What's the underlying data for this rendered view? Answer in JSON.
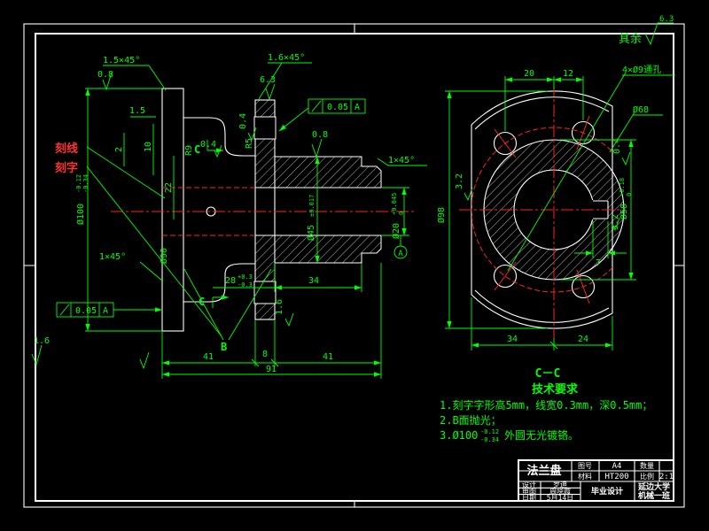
{
  "colors": {
    "background": "#000000",
    "line": "#ffffff",
    "dimension": "#00ff00",
    "centerline": "#ff0000"
  },
  "corner": {
    "surplus": "其余",
    "roughness": "6.3"
  },
  "left_view": {
    "chamfer_top": "1.5×45°",
    "rough_top_left": "0.8",
    "dim_1_5": "1.5",
    "dim_2": "2",
    "dim_10": "10",
    "dim_22": "22",
    "label_line": "刻线",
    "label_char": "刻字",
    "dia100": "Ø100",
    "dia100_sup": "-0.12",
    "dia100_sub": "-0.34",
    "chamfer_left": "1×45°",
    "dia90": "Ø90",
    "tol_bottom_val": "0.05",
    "tol_bottom_datum": "A",
    "tol_top_val": "0.05",
    "tol_top_datum": "A",
    "rough_flange_top": "6.3",
    "chamfer_flange": "1.6×45°",
    "rough_flange_left": "0.4",
    "radius_r9": "R9",
    "rough_c": "0.4",
    "radius_r5": "R5",
    "section_c_top": "C",
    "section_c_bottom": "C",
    "dia45": "Ø45",
    "dia45_tol": "±0.017",
    "rough_hub_top": "0.8",
    "chamfer_hub": "1×45°",
    "dia20": "Ø20",
    "dia20_sup": "+0.045",
    "dia20_sub": "0",
    "datum": "A",
    "dim_28": "28",
    "dim_28_sup": "+0.3",
    "dim_28_sub": "-0.3",
    "dim_34": "34",
    "rough_mid": "1.6",
    "label_b": "B",
    "dim_8": "8",
    "dim_41_left": "41",
    "dim_41_right": "41",
    "dim_91": "91",
    "rough_bottom_left": "1.6"
  },
  "right_view": {
    "dim_20": "20",
    "dim_12": "12",
    "holes_note": "4×Ø9通孔",
    "dia68": "Ø68",
    "rough_04": "0.4",
    "rough_32_left": "3.2",
    "dia98": "Ø98",
    "dia58": "Ø58",
    "dia58_sup": "+0.18",
    "dia58_sub": "0",
    "rough_32_key": "3.2",
    "dim_7": "7",
    "dim_34": "34",
    "dim_24": "24",
    "section_label": "C－C"
  },
  "tech": {
    "title": "技术要求",
    "line1": "1.刻字字形高5mm，线宽0.3mm，深0.5mm；",
    "line2": "2.B面抛光；",
    "line3_prefix": "3.Ø100",
    "line3_sup": "-0.12",
    "line3_sub": "-0.34",
    "line3_suffix": "外圆无光镀铬。"
  },
  "title_block": {
    "part_name": "法兰盘",
    "drawing_no_label": "图号",
    "drawing_no": "A4",
    "qty_label": "数量",
    "qty": "",
    "material_label": "材料",
    "material": "HT200",
    "scale_label": "比例",
    "scale": "2:1",
    "design_label": "设计",
    "designer": "罗迪",
    "check_label": "审图",
    "checker": "周晓霞",
    "date_label": "日期",
    "date": "5月14日",
    "project": "毕业设计",
    "school": "延边大学",
    "class_name": "机械一班"
  }
}
